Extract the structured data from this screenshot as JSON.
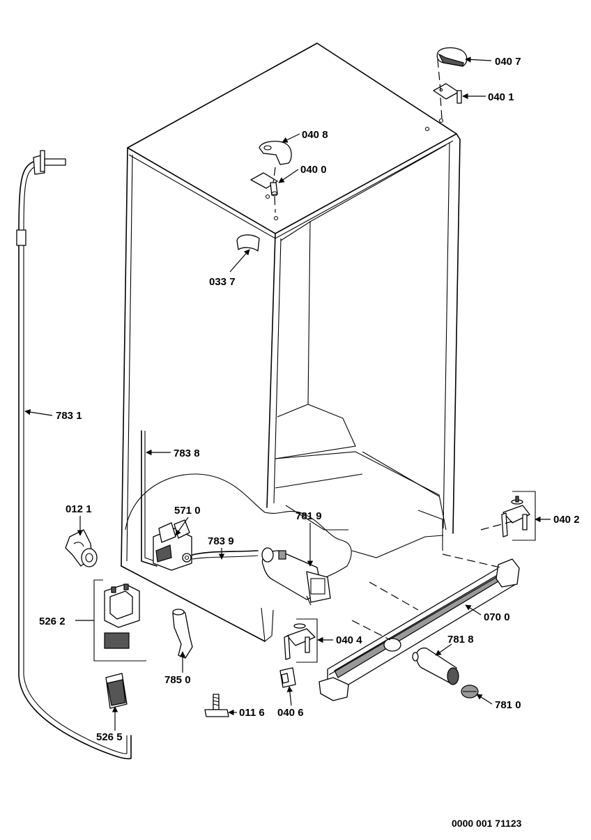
{
  "drawing_number": "0000 001 71123",
  "callouts": [
    {
      "id": "c0407",
      "label": "040 7",
      "icon": "cap-icon"
    },
    {
      "id": "c0401",
      "label": "040 1",
      "icon": "hinge-pin-icon"
    },
    {
      "id": "c0408",
      "label": "040 8",
      "icon": "hinge-cover-icon"
    },
    {
      "id": "c0400",
      "label": "040 0",
      "icon": "hinge-bracket-icon"
    },
    {
      "id": "c0337",
      "label": "033 7",
      "icon": "clip-icon"
    },
    {
      "id": "c7831",
      "label": "783 1",
      "icon": "water-tube-icon"
    },
    {
      "id": "c7838",
      "label": "783 8",
      "icon": "tube-icon"
    },
    {
      "id": "c0121",
      "label": "012 1",
      "icon": "roller-wheel-icon"
    },
    {
      "id": "c5710",
      "label": "571 0",
      "icon": "water-valve-icon"
    },
    {
      "id": "c7819",
      "label": "781 9",
      "icon": "filter-housing-icon"
    },
    {
      "id": "c7839",
      "label": "783 9",
      "icon": "tube-icon"
    },
    {
      "id": "c0402",
      "label": "040 2",
      "icon": "lower-hinge-icon"
    },
    {
      "id": "c5262",
      "label": "526 2",
      "icon": "control-box-icon"
    },
    {
      "id": "c0700",
      "label": "070 0",
      "icon": "kick-plate-icon"
    },
    {
      "id": "c0404",
      "label": "040 4",
      "icon": "lower-hinge-icon"
    },
    {
      "id": "c7818",
      "label": "781 8",
      "icon": "water-filter-icon"
    },
    {
      "id": "c7850",
      "label": "785 0",
      "icon": "drain-hose-icon"
    },
    {
      "id": "c0406",
      "label": "040 6",
      "icon": "bracket-icon"
    },
    {
      "id": "c7810",
      "label": "781 0",
      "icon": "filter-cap-icon"
    },
    {
      "id": "c0116",
      "label": "011 6",
      "icon": "leveling-foot-icon"
    },
    {
      "id": "c5265",
      "label": "526 5",
      "icon": "cover-plate-icon"
    }
  ]
}
